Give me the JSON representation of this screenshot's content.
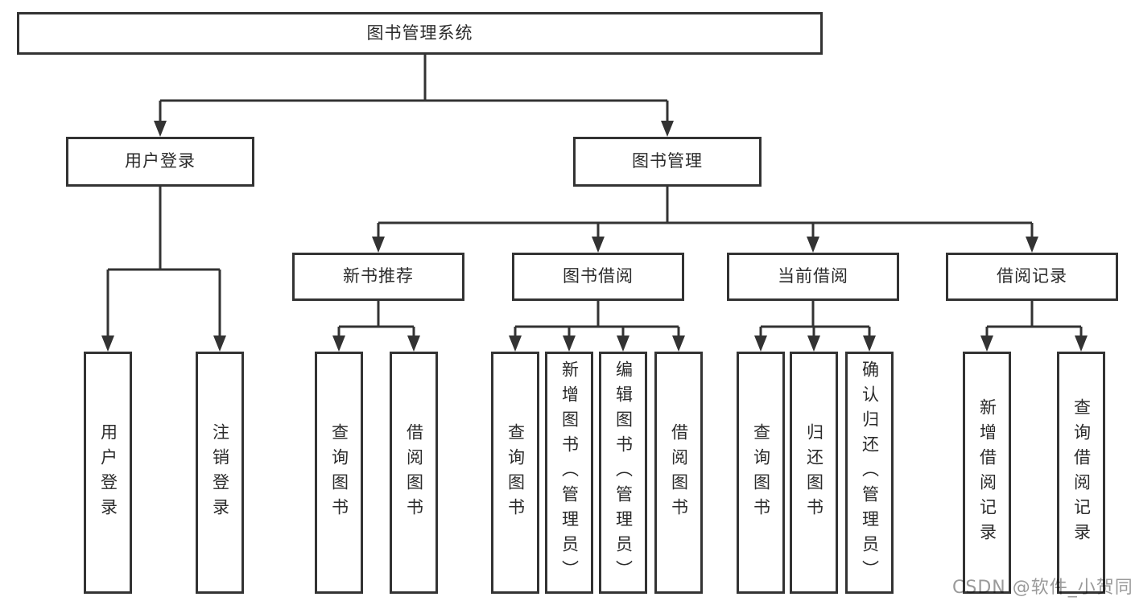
{
  "diagram": {
    "root": "图书管理系统",
    "branches": {
      "user_login": "用户登录",
      "book_management": "图书管理"
    },
    "modules": {
      "new_book_recommend": "新书推荐",
      "book_borrowing": "图书借阅",
      "current_borrowing": "当前借阅",
      "borrowing_records": "借阅记录"
    },
    "leaves": {
      "user_login": "用户登录",
      "logout": "注销登录",
      "recommend_query_books": "查询图书",
      "recommend_borrow_books": "借阅图书",
      "borrowing_query_books": "查询图书",
      "add_book_admin": "新增图书（管理员）",
      "edit_book_admin": "编辑图书（管理员）",
      "borrowing_borrow_books": "借阅图书",
      "current_query_books": "查询图书",
      "return_books": "归还图书",
      "confirm_return_admin": "确认归还（管理员）",
      "add_borrow_record": "新增借阅记录",
      "query_borrow_record": "查询借阅记录"
    }
  },
  "watermark": "CSDN @软件_小贺同学",
  "colors": {
    "line": "#333333",
    "text": "#2b2b2b",
    "watermark": "#9a9a9a",
    "background": "#ffffff"
  }
}
